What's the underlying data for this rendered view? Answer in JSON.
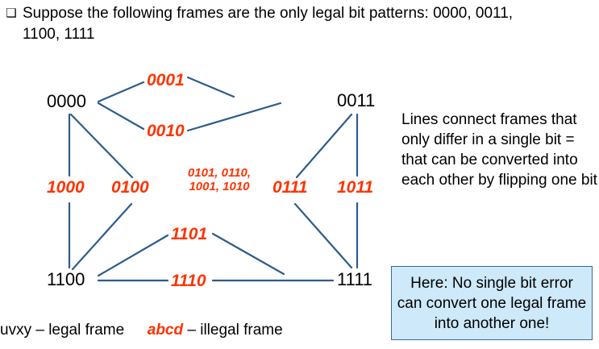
{
  "header": {
    "bullet_icon": "hollow-square-bullet",
    "bullet_glyph": "❑",
    "text": "Suppose the following frames are the only legal bit patterns: 0000, 0011, 1100, 1111"
  },
  "colors": {
    "legal_frame_text": "#000000",
    "illegal_frame_text": "#FF3300",
    "edge_line": "#2E5C8A",
    "callout_fill": "#CDE9FA",
    "callout_border": "#3A6B8F"
  },
  "diagram": {
    "nodes": [
      {
        "id": "n0000",
        "label": "0000",
        "kind": "legal"
      },
      {
        "id": "n0011",
        "label": "0011",
        "kind": "legal"
      },
      {
        "id": "n1100",
        "label": "1100",
        "kind": "legal"
      },
      {
        "id": "n1111",
        "label": "1111",
        "kind": "legal"
      }
    ],
    "edge_labels": [
      {
        "id": "e0001",
        "label": "0001",
        "kind": "illegal"
      },
      {
        "id": "e0010",
        "label": "0010",
        "kind": "illegal"
      },
      {
        "id": "e1000",
        "label": "1000",
        "kind": "illegal"
      },
      {
        "id": "e0100",
        "label": "0100",
        "kind": "illegal"
      },
      {
        "id": "e0111",
        "label": "0111",
        "kind": "illegal"
      },
      {
        "id": "e1011",
        "label": "1011",
        "kind": "illegal"
      },
      {
        "id": "e1101",
        "label": "1101",
        "kind": "illegal"
      },
      {
        "id": "e1110",
        "label": "1110",
        "kind": "illegal"
      }
    ],
    "center_label_line1": "0101, 0110,",
    "center_label_line2": "1001, 1010"
  },
  "explanation": {
    "text": "Lines connect frames that only differ in a single bit = that can be converted into each other by flipping one bit"
  },
  "callout": {
    "text": "Here: No single bit error can convert one legal frame into another one!"
  },
  "legend": {
    "legal": "uvxy – legal frame",
    "illegal_code": "abcd",
    "illegal_rest": " – illegal frame"
  }
}
